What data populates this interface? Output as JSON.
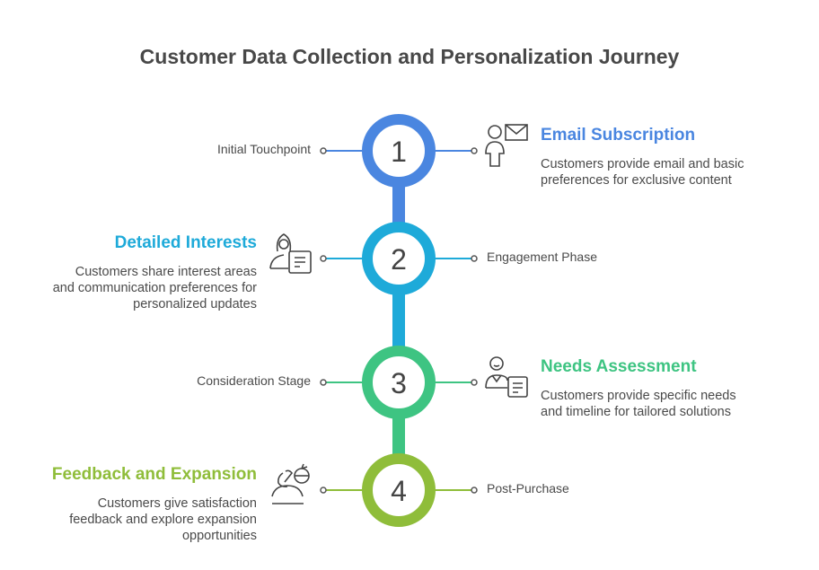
{
  "title": "Customer Data Collection and Personalization Journey",
  "colors": {
    "step1": "#4a86e0",
    "step2": "#1eaad9",
    "step3": "#3ec482",
    "step4": "#8fbd3a",
    "text": "#4a4a4a"
  },
  "steps": [
    {
      "number": "1",
      "stage": "Initial Touchpoint",
      "heading": "Email Subscription",
      "description": "Customers provide email and basic preferences for exclusive content",
      "icon": "person-mail-icon"
    },
    {
      "number": "2",
      "stage": "Engagement Phase",
      "heading": "Detailed Interests",
      "description": "Customers share interest areas and communication preferences for personalized updates",
      "icon": "person-document-icon"
    },
    {
      "number": "3",
      "stage": "Consideration Stage",
      "heading": "Needs Assessment",
      "description": "Customers provide specific needs and timeline for tailored solutions",
      "icon": "person-clipboard-icon"
    },
    {
      "number": "4",
      "stage": "Post-Purchase",
      "heading": "Feedback and Expansion",
      "description": "Customers give satisfaction feedback and explore expansion opportunities",
      "icon": "person-feedback-icon"
    }
  ]
}
